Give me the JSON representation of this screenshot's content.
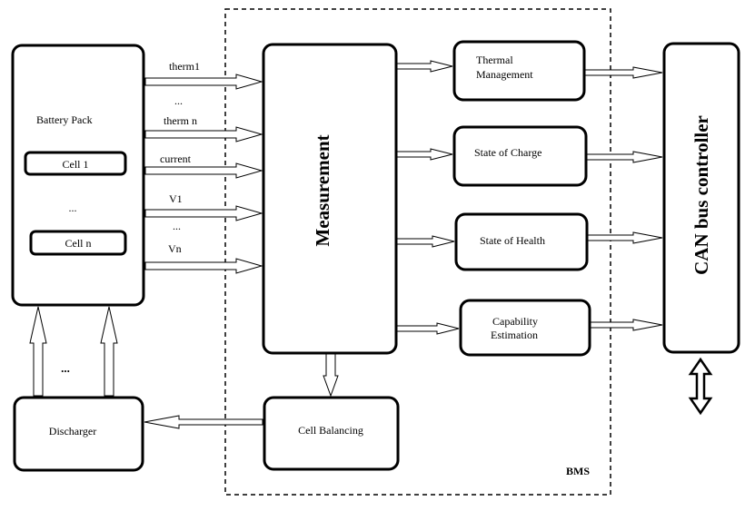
{
  "bms_label": "BMS",
  "battery_pack": {
    "title": "Battery Pack",
    "cell_1": "Cell 1",
    "cell_dots": "...",
    "cell_n": "Cell n"
  },
  "signals": {
    "therm1": "therm1",
    "dots_1": "...",
    "therm_n": "therm n",
    "current": "current",
    "v1": "V1",
    "dots_2": "...",
    "vn": "Vn"
  },
  "measurement": "Measurement",
  "outputs": {
    "thermal_line1": "Thermal",
    "thermal_line2": "Management",
    "soc": "State of Charge",
    "soh": "State of Health",
    "capability_line1": "Capability",
    "capability_line2": "Estimation"
  },
  "can_controller": "CAN bus controller",
  "cell_balancing": "Cell Balancing",
  "discharger": "Discharger",
  "discharger_dots": "..."
}
